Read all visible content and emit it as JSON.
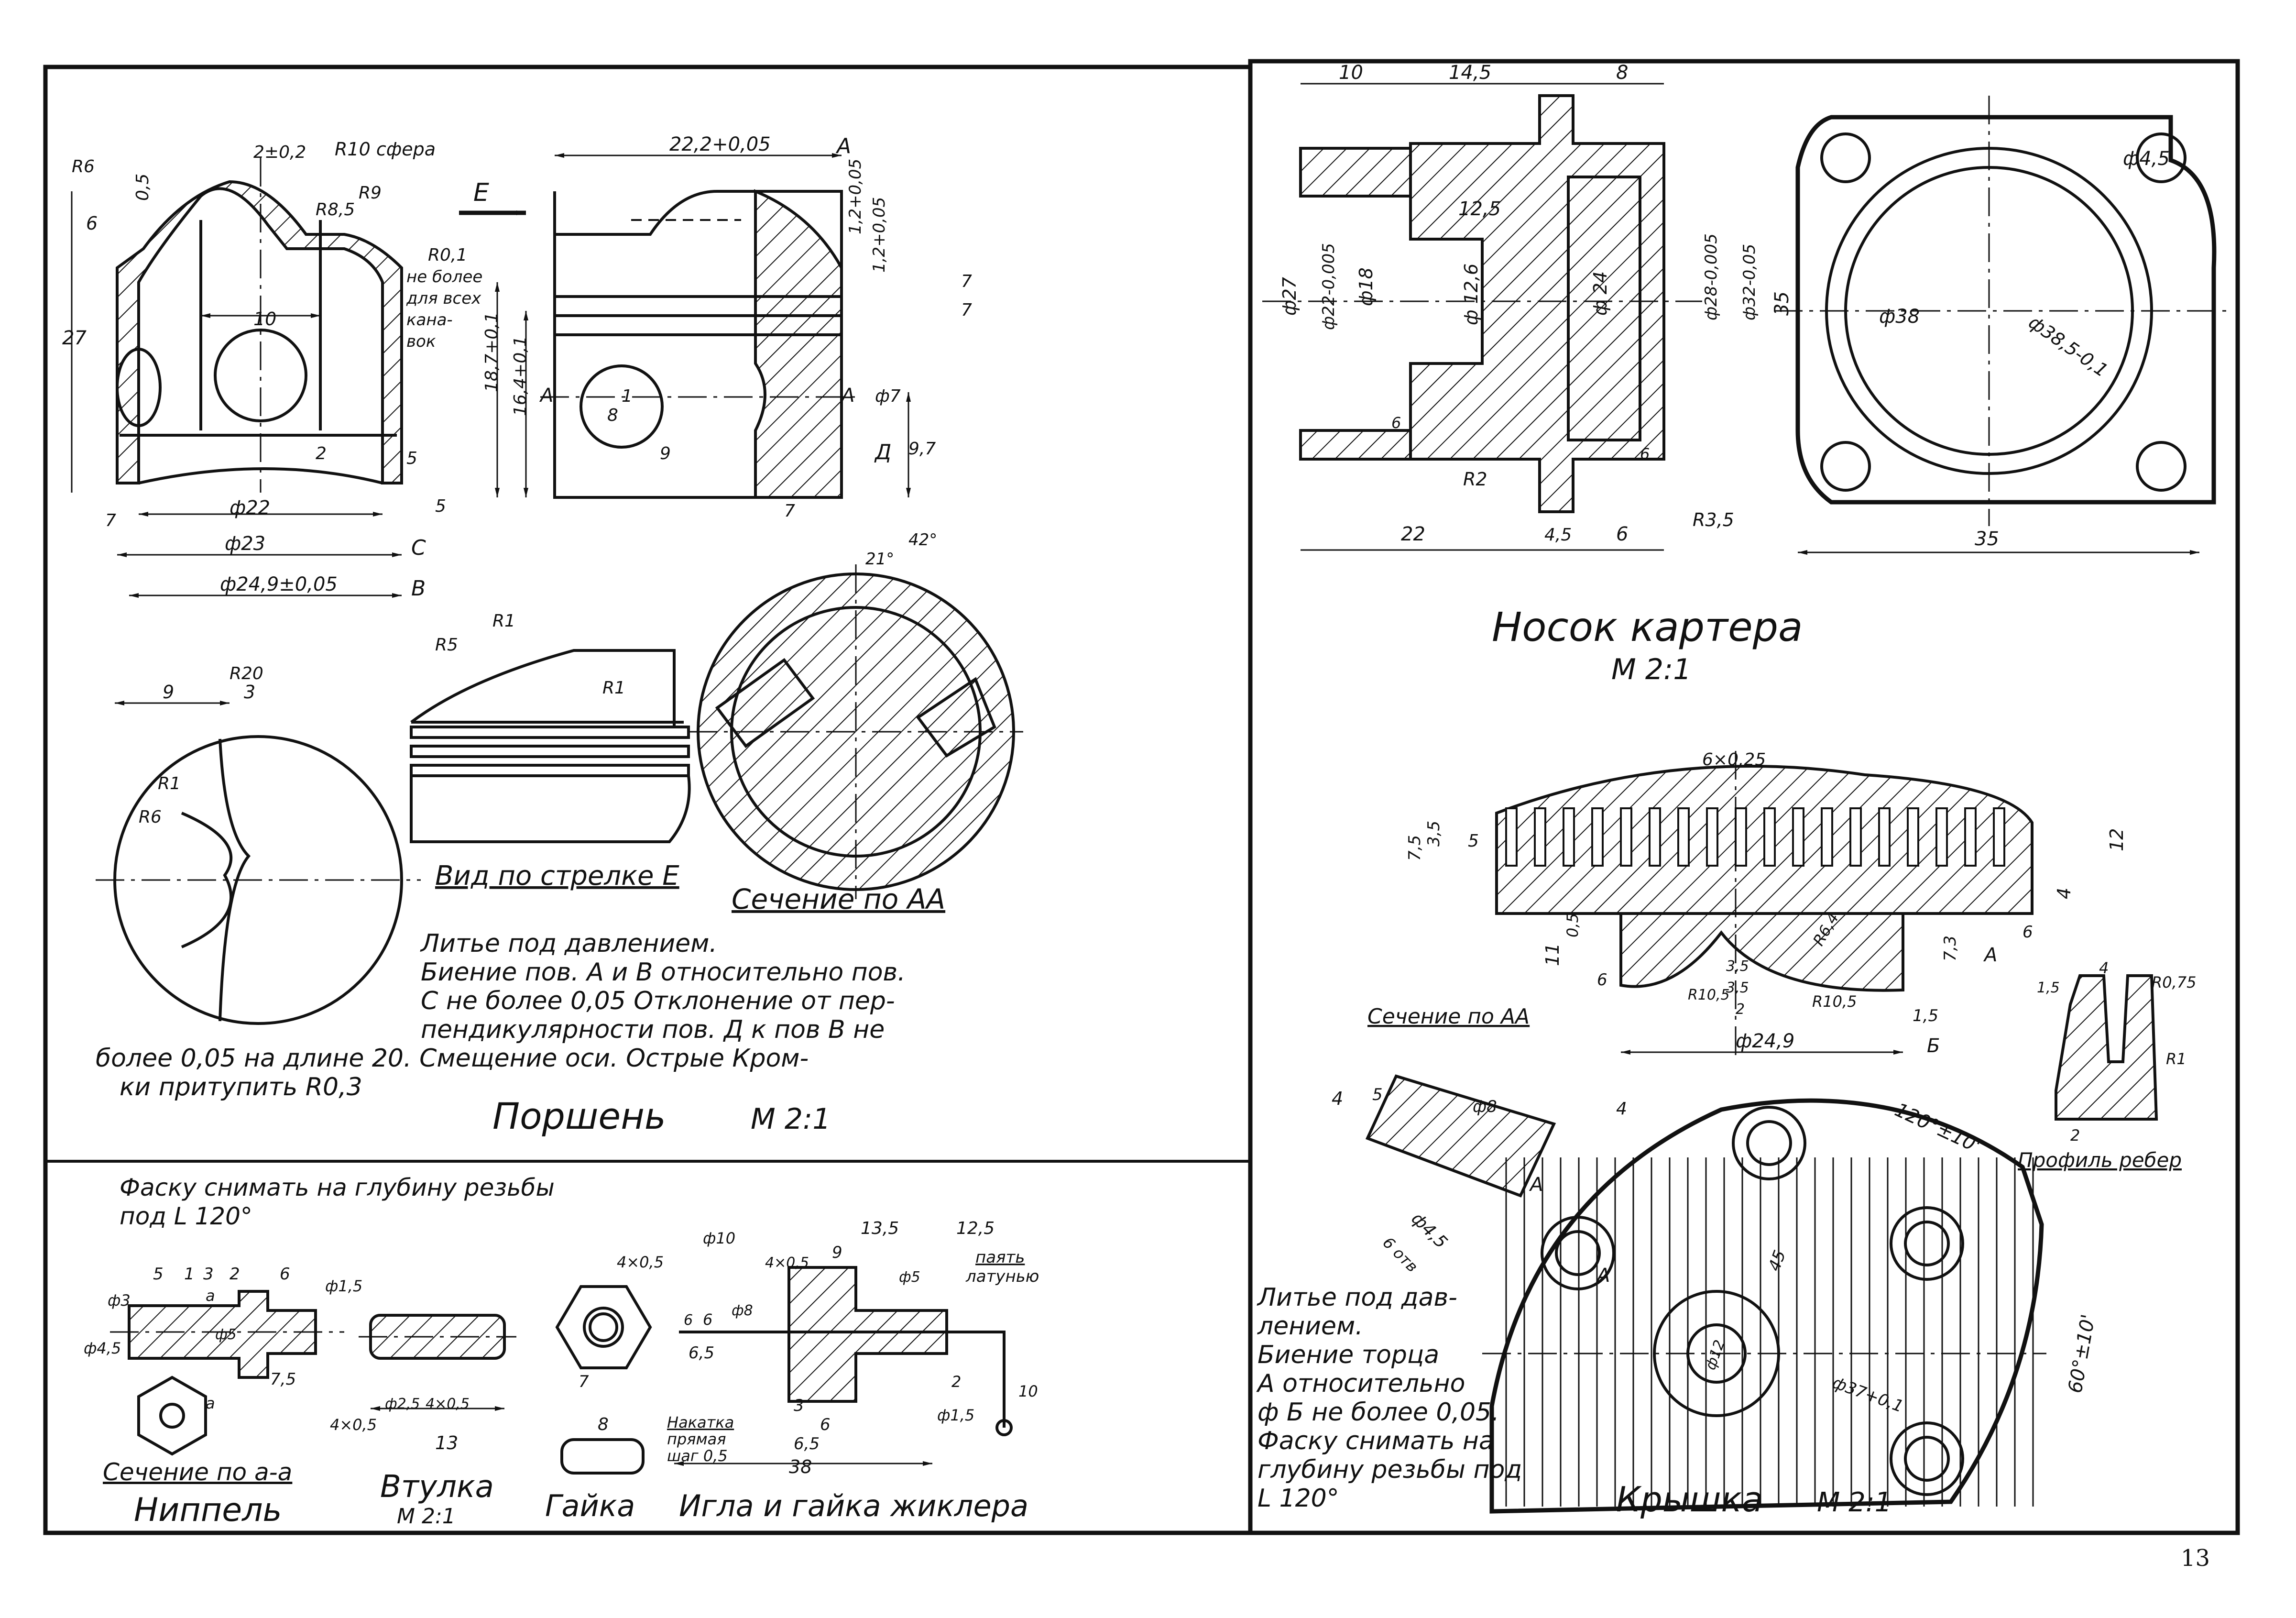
{
  "page_number": "13",
  "piston": {
    "title": "Поршень",
    "scale": "М 2:1",
    "note_line1": "Литье под давлением.",
    "note_line2": "Биение пов. А и В относительно пов.",
    "note_line3": "С не более 0,05 Отклонение от пер-",
    "note_line4": "пендикулярности пов. Д к пов В не",
    "note_line5": "более 0,05 на длине 20. Смещение оси. Острые Кром-",
    "note_line6": "ки притупить R0,3",
    "view_e": "Вид по стрелке Е",
    "section_aa": "Сечение по АА",
    "arrow_e": "E",
    "dims": {
      "r6": "R6",
      "d05": "0,5",
      "d2": "2±0,2",
      "r10": "R10 сфера",
      "r85": "R8,5",
      "r9": "R9",
      "d6": "6",
      "d27": "27",
      "d10": "10",
      "r01": "R0,1",
      "groove_note1": "не более",
      "groove_note2": "для всех",
      "groove_note3": "кана-",
      "groove_note4": "вок",
      "d2b": "2",
      "d5": "5",
      "d22": "ф22",
      "d23": "ф23",
      "d249": "ф24,9±0,05",
      "c": "C",
      "b": "B",
      "v5": "5",
      "v7": "7",
      "d222": "22,2+0,05",
      "a": "A",
      "d12a": "1,2+0,05",
      "d12b": "1,2+0,05",
      "d7a": "7",
      "d7b": "7",
      "d187": "18,7+0,1",
      "d164": "16,4+0,1",
      "a1": "A",
      "a2": "A",
      "d1": "1",
      "d8": "8",
      "d9": "9",
      "phi7": "ф7",
      "dd": "Д",
      "d97": "9,7",
      "d7c": "7",
      "r1a": "R1",
      "r5": "R5",
      "r1b": "R1",
      "r20": "R20",
      "d9b": "9",
      "d3": "3",
      "r1c": "R1",
      "r6b": "R6",
      "d21": "21°",
      "d42": "42°"
    }
  },
  "crankcase_nose": {
    "title": "Носок картера",
    "scale": "М 2:1",
    "dims": {
      "d10": "10",
      "d145": "14,5",
      "d8": "8",
      "d125": "12,5",
      "d27": "ф27",
      "d22": "ф22-0,005",
      "d18": "ф18",
      "d126": "ф 12,6",
      "d24": "ф 24",
      "d28": "ф28-0,005",
      "d32": "ф32-0,05",
      "v6a": "6",
      "v6b": "6",
      "r2": "R2",
      "d22b": "22",
      "d45": "4,5",
      "d6": "6",
      "phi45": "ф4,5",
      "d35v": "35",
      "phi38": "ф38",
      "phi385": "ф38,5-0,1",
      "r35": "R3,5",
      "d35h": "35"
    }
  },
  "cover": {
    "title": "Крышка",
    "scale": "М 2:1",
    "section": "Сечение по АА",
    "rib_profile": "Профиль ребер",
    "note_line1": "Литье под дав-",
    "note_line2": "лением.",
    "note_line3": "Биение торца",
    "note_line4": "А относительно",
    "note_line5": "ф Б не более 0,05.",
    "note_line6": "Фаску снимать на",
    "note_line7": "глубину резьбы под",
    "note_line8": "L 120°",
    "dims": {
      "d6x025": "6×0,25",
      "d75": "7,5",
      "d35": "3,5",
      "v5": "5",
      "d12": "12",
      "d4": "4",
      "v6": "6",
      "a": "A",
      "d05": "0,5",
      "d11": "11",
      "v6b": "6",
      "r105": "R10,5",
      "d35b": "3,5",
      "d35c": "3,5",
      "d2": "2",
      "r105b": "R10,5",
      "r64": "R6,4",
      "d73": "7,3",
      "d15": "1,5",
      "b": "Б",
      "d249": "ф24,9",
      "d15b": "1,5",
      "d4b": "4",
      "r075": "R0,75",
      "r1": "R1",
      "d2b": "2",
      "phi8": "ф8",
      "d4c": "4",
      "v5b": "5",
      "v4": "4",
      "phi45": "ф4,5",
      "holes": "6 отв",
      "a2": "A",
      "a3": "A",
      "d120": "120°±10'",
      "d60": "60°±10'",
      "d45": "45",
      "d37": "ф37+0,1",
      "d12b": "ф12"
    }
  },
  "small_parts": {
    "chamfer_note1": "Фаску снимать на глубину резьбы",
    "chamfer_note2": "под L 120°",
    "nipple_section": "Сечение по а-а",
    "nipple": "Ниппель",
    "bushing": "Втулка",
    "bushing_scale": "М 2:1",
    "nut": "Гайка",
    "needle": "Игла и гайка жиклера",
    "knurl1": "Накатка",
    "knurl2": "прямая",
    "knurl3": "шаг 0,5",
    "solder1": "паять",
    "solder2": "латунью",
    "dims": {
      "d5": "5",
      "d1": "1",
      "d3": "3",
      "d2": "2",
      "d6": "6",
      "phi3": "ф3",
      "phi45": "ф4,5",
      "phi5": "ф5",
      "phi15": "ф1,5",
      "d75": "7,5",
      "d4x05": "4×0,5",
      "a": "a",
      "a2": "a",
      "phi25": "ф2,5",
      "d4x05b": "4×0,5",
      "d13": "13",
      "d4x05c": "4×0,5",
      "d8": "8",
      "d7": "7",
      "phi10": "ф10",
      "d4x05d": "4×0,5",
      "phi8": "ф8",
      "d135": "13,5",
      "d125": "12,5",
      "d9": "9",
      "phi5b": "ф5",
      "d6b": "6",
      "d65": "6,5",
      "v6": "6",
      "d3b": "3",
      "d6c": "6",
      "d65b": "6,5",
      "d38": "38",
      "d2b": "2",
      "phi15b": "ф1,5",
      "d10": "10"
    }
  }
}
